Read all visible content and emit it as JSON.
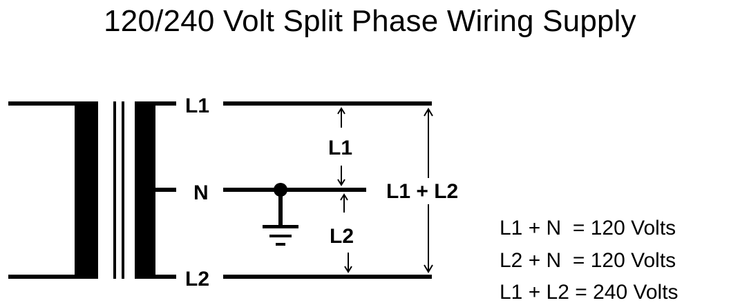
{
  "title": "120/240 Volt Split Phase Wiring Supply",
  "terminals": {
    "line1": "L1",
    "neutral": "N",
    "line2": "L2"
  },
  "measurements": {
    "upper": "L1",
    "lower": "L2",
    "total": "L1 + L2"
  },
  "equations": [
    "L1 + N  = 120 Volts",
    "L2 + N  = 120 Volts",
    "L1 + L2 = 240 Volts"
  ]
}
